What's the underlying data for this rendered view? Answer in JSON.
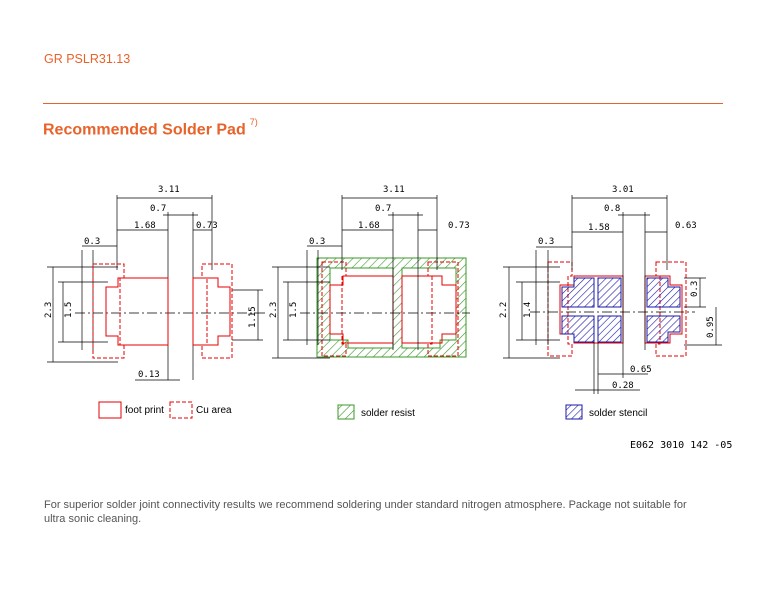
{
  "header": {
    "product_code": "GR PSLR31.13"
  },
  "section": {
    "title": "Recommended Solder Pad",
    "footnote_ref": "7)"
  },
  "drawing1": {
    "dims": {
      "overall": "3.11",
      "gap": "0.7",
      "inner": "1.68",
      "right_pad": "0.73",
      "left_pad": "0.3",
      "height": "2.3",
      "pad_height": "1.5",
      "right_height": "1.15",
      "notch": "0.13"
    }
  },
  "drawing2": {
    "dims": {
      "overall": "3.11",
      "gap": "0.7",
      "inner": "1.68",
      "right_pad": "0.73",
      "left_pad": "0.3",
      "height": "2.3",
      "pad_height": "1.5"
    }
  },
  "drawing3": {
    "dims": {
      "overall": "3.01",
      "gap": "0.8",
      "inner": "1.58",
      "right_pad": "0.63",
      "left_pad": "0.3",
      "height": "2.2",
      "pad_height": "1.4",
      "right_top": "0.3",
      "right_height": "0.95",
      "stencil_gap": "0.65",
      "stencil_w": "0.28"
    }
  },
  "legend": {
    "footprint": "foot print",
    "cu_area": "Cu area",
    "solder_resist": "solder resist",
    "solder_stencil": "solder stencil"
  },
  "doc_number": "E062 3010 142 -05",
  "footer_text": "For superior solder joint connectivity results we recommend soldering under standard nitrogen atmosphere. Package not suitable for ultra sonic cleaning.",
  "colors": {
    "accent": "#e8632b",
    "footprint": "#e60000",
    "resist": "#3a9a2a",
    "stencil": "#1a1aa8"
  }
}
